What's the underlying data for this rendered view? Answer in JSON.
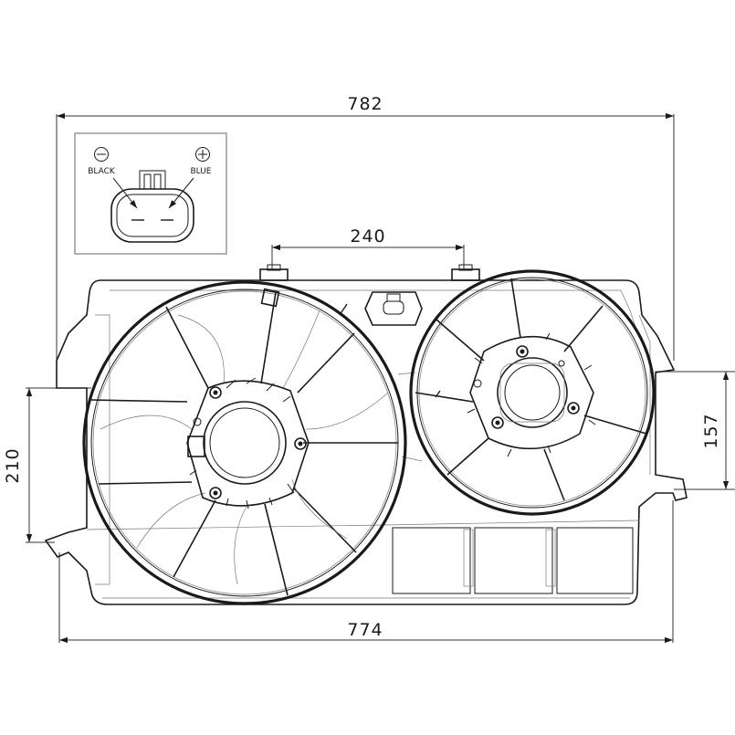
{
  "dimensions": {
    "top_width": "782",
    "bottom_width": "774",
    "fan_spacing": "240",
    "left_height": "210",
    "right_height": "157"
  },
  "connector": {
    "left_symbol": "⊖",
    "right_symbol": "⊕",
    "left_label": "BLACK",
    "right_label": "BLUE"
  }
}
